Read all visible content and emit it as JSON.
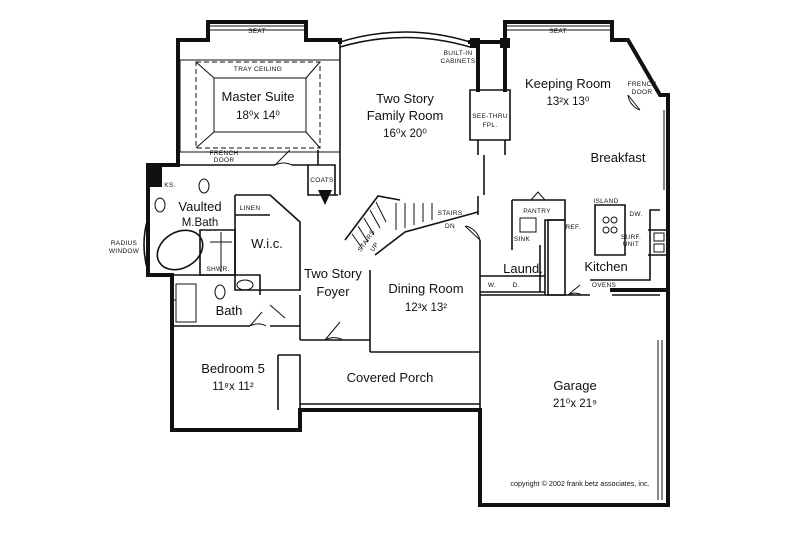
{
  "rooms": {
    "master_suite": {
      "name": "Master Suite",
      "dim": "18⁰x 14⁰"
    },
    "family_room_line1": "Two Story",
    "family_room_line2": "Family Room",
    "family_room_dim": "16⁰x 20⁰",
    "keeping_room": {
      "name": "Keeping Room",
      "dim": "13²x 13⁰"
    },
    "breakfast": "Breakfast",
    "vaulted_line1": "Vaulted",
    "vaulted_line2": "M.Bath",
    "wic": "W.i.c.",
    "foyer_line1": "Two Story",
    "foyer_line2": "Foyer",
    "dining_room": {
      "name": "Dining Room",
      "dim": "12³x 13²"
    },
    "laundry": "Laund.",
    "kitchen": "Kitchen",
    "bath": "Bath",
    "bedroom5": {
      "name": "Bedroom 5",
      "dim": "11⁸x 11²"
    },
    "covered_porch": "Covered Porch",
    "garage": {
      "name": "Garage",
      "dim": "21⁰x 21⁹"
    }
  },
  "labels": {
    "seat_left": "SEAT",
    "seat_right": "SEAT",
    "tray_ceiling": "TRAY CEILING",
    "built_in_1": "BUILT-IN",
    "built_in_2": "CABINETS",
    "see_thru_1": "SEE-THRU",
    "see_thru_2": "FPL.",
    "french_door_left_1": "FRENCH",
    "french_door_left_2": "DOOR",
    "french_door_right_1": "FRENCH",
    "french_door_right_2": "DOOR",
    "ks": "KS.",
    "linen": "LINEN",
    "coats": "COATS",
    "shwr": "SHWR.",
    "radius_1": "RADIUS",
    "radius_2": "WINDOW",
    "stairs_up_1": "STAIRS",
    "stairs_up_2": "UP",
    "stairs_dn_1": "STAIRS",
    "stairs_dn_2": "DN",
    "pantry": "PANTRY",
    "sink": "SINK",
    "ref": "REF.",
    "island": "ISLAND",
    "dw": "DW.",
    "surf_1": "SURF.",
    "surf_2": "UNIT",
    "ovens": "OVENS",
    "washer": "W.",
    "dryer": "D."
  },
  "copyright": "copyright © 2002 frank betz associates, inc."
}
